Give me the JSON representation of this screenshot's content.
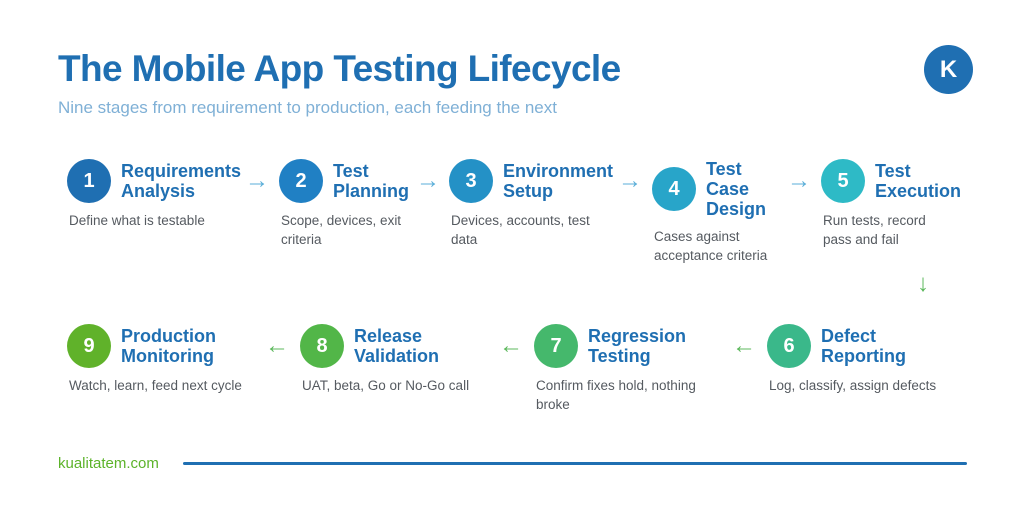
{
  "header": {
    "title": "The Mobile App Testing Lifecycle",
    "subtitle": "Nine stages from requirement to production, each feeding the next",
    "logo_letter": "K"
  },
  "stages": [
    {
      "number": "1",
      "title": "Requirements\nAnalysis",
      "description": "Define what is testable",
      "color": "#1f6fb2"
    },
    {
      "number": "2",
      "title": "Test\nPlanning",
      "description": "Scope, devices, exit\ncriteria",
      "color": "#2080c4"
    },
    {
      "number": "3",
      "title": "Environment\nSetup",
      "description": "Devices, accounts, test\ndata",
      "color": "#2491c6"
    },
    {
      "number": "4",
      "title": "Test\nCase\nDesign",
      "description": "Cases against\nacceptance criteria",
      "color": "#28a5c9"
    },
    {
      "number": "5",
      "title": "Test\nExecution",
      "description": "Run tests, record\npass and fail",
      "color": "#2ebac6"
    },
    {
      "number": "6",
      "title": "Defect\nReporting",
      "description": "Log, classify, assign defects",
      "color": "#3ab88a"
    },
    {
      "number": "7",
      "title": "Regression\nTesting",
      "description": "Confirm fixes hold, nothing\nbroke",
      "color": "#45b86c"
    },
    {
      "number": "8",
      "title": "Release\nValidation",
      "description": "UAT, beta, Go or No-Go call",
      "color": "#52b648"
    },
    {
      "number": "9",
      "title": "Production\nMonitoring",
      "description": "Watch, learn, feed next cycle",
      "color": "#60b22a"
    }
  ],
  "arrows": {
    "right": "→",
    "left": "←",
    "down": "↓"
  },
  "footer": {
    "site": "kualitatem.com",
    "line_color": "#1f6fb2"
  }
}
